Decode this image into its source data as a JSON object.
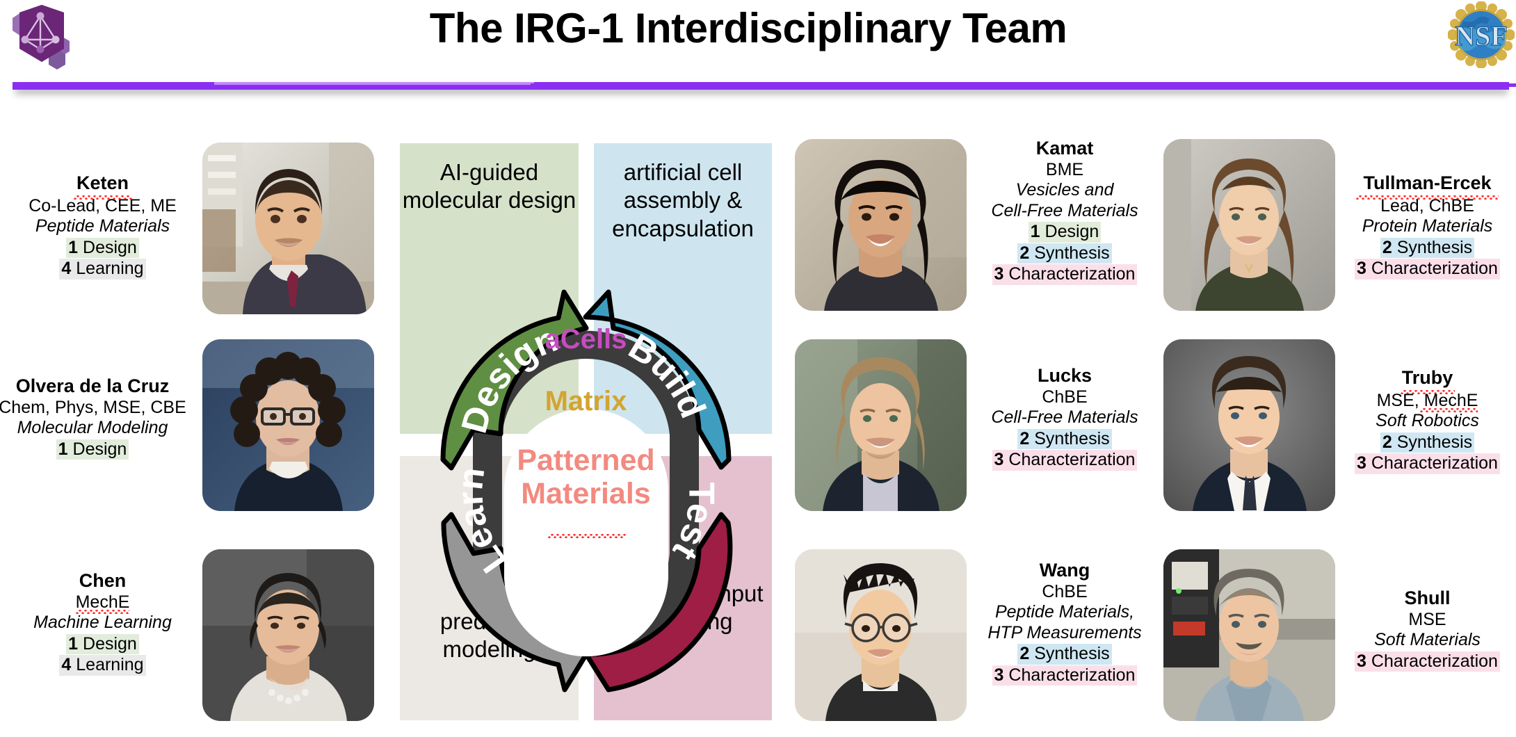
{
  "header": {
    "title": "The IRG-1 Interdisciplinary Team",
    "left_logo": "mrsec-hexagon-logo",
    "right_logo": "nsf-logo",
    "nsf_text": "NSF",
    "accent_color": "#8b2ef2"
  },
  "cycle": {
    "quadrants": [
      {
        "key": "design",
        "caption": "AI-guided molecular design",
        "bg": "#d6e1ca",
        "arc_label": "Design",
        "arc_color": "#5f8f43"
      },
      {
        "key": "build",
        "caption": "artificial cell assembly & encapsulation",
        "bg": "#cee5ef",
        "arc_label": "Build",
        "arc_color": "#3f9dc0"
      },
      {
        "key": "learn",
        "caption": "predictive modeling",
        "bg": "#ece8e4",
        "arc_label": "Learn",
        "arc_color": "#969696"
      },
      {
        "key": "test",
        "caption": "high-throughput screening",
        "bg": "#e5c1d0",
        "arc_label": "Test",
        "arc_color": "#9e1e46"
      }
    ],
    "core": [
      {
        "text": "aCells",
        "color": "#c64cc0",
        "misspelled": true
      },
      {
        "text": "Matrix",
        "color": "#d3a431",
        "misspelled": false
      },
      {
        "text": "Patterned Materials",
        "color": "#f28a80",
        "misspelled": false
      }
    ]
  },
  "tag_colors": {
    "design": "#e2ecdb",
    "synthesis": "#cfe7f2",
    "characterization": "#fadfe9",
    "learning": "#e9e9e9"
  },
  "people": [
    {
      "id": "keten",
      "name": "Keten",
      "dept": "Co-Lead, CEE, ME",
      "topic": "Peptide Materials",
      "topic2": "",
      "misspelled": true,
      "tags": [
        {
          "num": "1",
          "label": "Design",
          "kind": "design"
        },
        {
          "num": "4",
          "label": "Learning",
          "kind": "learning"
        }
      ]
    },
    {
      "id": "olvera-de-la-cruz",
      "name": "Olvera de la Cruz",
      "dept": "Chem, Phys, MSE, CBE",
      "topic": "Molecular Modeling",
      "topic2": "",
      "misspelled": false,
      "tags": [
        {
          "num": "1",
          "label": "Design",
          "kind": "design"
        }
      ]
    },
    {
      "id": "chen",
      "name": "Chen",
      "dept": "MechE",
      "topic": "Machine Learning",
      "topic2": "",
      "misspelled": false,
      "dept_misspelled": true,
      "tags": [
        {
          "num": "1",
          "label": "Design",
          "kind": "design"
        },
        {
          "num": "4",
          "label": "Learning",
          "kind": "learning"
        }
      ]
    },
    {
      "id": "kamat",
      "name": "Kamat",
      "dept": "BME",
      "topic": "Vesicles and",
      "topic2": "Cell-Free Materials",
      "misspelled": false,
      "tags": [
        {
          "num": "1",
          "label": "Design",
          "kind": "design"
        },
        {
          "num": "2",
          "label": "Synthesis",
          "kind": "synthesis"
        },
        {
          "num": "3",
          "label": "Characterization",
          "kind": "characterization"
        }
      ]
    },
    {
      "id": "lucks",
      "name": "Lucks",
      "dept": "ChBE",
      "topic": "Cell-Free Materials",
      "topic2": "",
      "misspelled": false,
      "tags": [
        {
          "num": "2",
          "label": "Synthesis",
          "kind": "synthesis"
        },
        {
          "num": "3",
          "label": "Characterization",
          "kind": "characterization"
        }
      ]
    },
    {
      "id": "wang",
      "name": "Wang",
      "dept": "ChBE",
      "topic": "Peptide Materials,",
      "topic2": "HTP Measurements",
      "misspelled": false,
      "tags": [
        {
          "num": "2",
          "label": "Synthesis",
          "kind": "synthesis"
        },
        {
          "num": "3",
          "label": "Characterization",
          "kind": "characterization"
        }
      ]
    },
    {
      "id": "tullman-ercek",
      "name": "Tullman-Ercek",
      "dept": "Lead, ChBE",
      "topic": "Protein Materials",
      "topic2": "",
      "misspelled": true,
      "tags": [
        {
          "num": "2",
          "label": "Synthesis",
          "kind": "synthesis"
        },
        {
          "num": "3",
          "label": "Characterization",
          "kind": "characterization"
        }
      ]
    },
    {
      "id": "truby",
      "name": "Truby",
      "dept": "MSE, MechE",
      "topic": "Soft Robotics",
      "topic2": "",
      "misspelled": true,
      "dept_misspelled": true,
      "tags": [
        {
          "num": "2",
          "label": "Synthesis",
          "kind": "synthesis"
        },
        {
          "num": "3",
          "label": "Characterization",
          "kind": "characterization"
        }
      ]
    },
    {
      "id": "shull",
      "name": "Shull",
      "dept": "MSE",
      "topic": "Soft Materials",
      "topic2": "",
      "misspelled": false,
      "tags": [
        {
          "num": "3",
          "label": "Characterization",
          "kind": "characterization"
        }
      ]
    }
  ],
  "photos": [
    {
      "id": "photo-keten",
      "alt": "portrait-keten"
    },
    {
      "id": "photo-olvera",
      "alt": "portrait-olvera-de-la-cruz"
    },
    {
      "id": "photo-chen",
      "alt": "portrait-chen"
    },
    {
      "id": "photo-kamat",
      "alt": "portrait-kamat"
    },
    {
      "id": "photo-lucks",
      "alt": "portrait-lucks"
    },
    {
      "id": "photo-wang",
      "alt": "portrait-wang"
    },
    {
      "id": "photo-tullman",
      "alt": "portrait-tullman-ercek"
    },
    {
      "id": "photo-truby",
      "alt": "portrait-truby"
    },
    {
      "id": "photo-shull",
      "alt": "portrait-shull"
    }
  ]
}
